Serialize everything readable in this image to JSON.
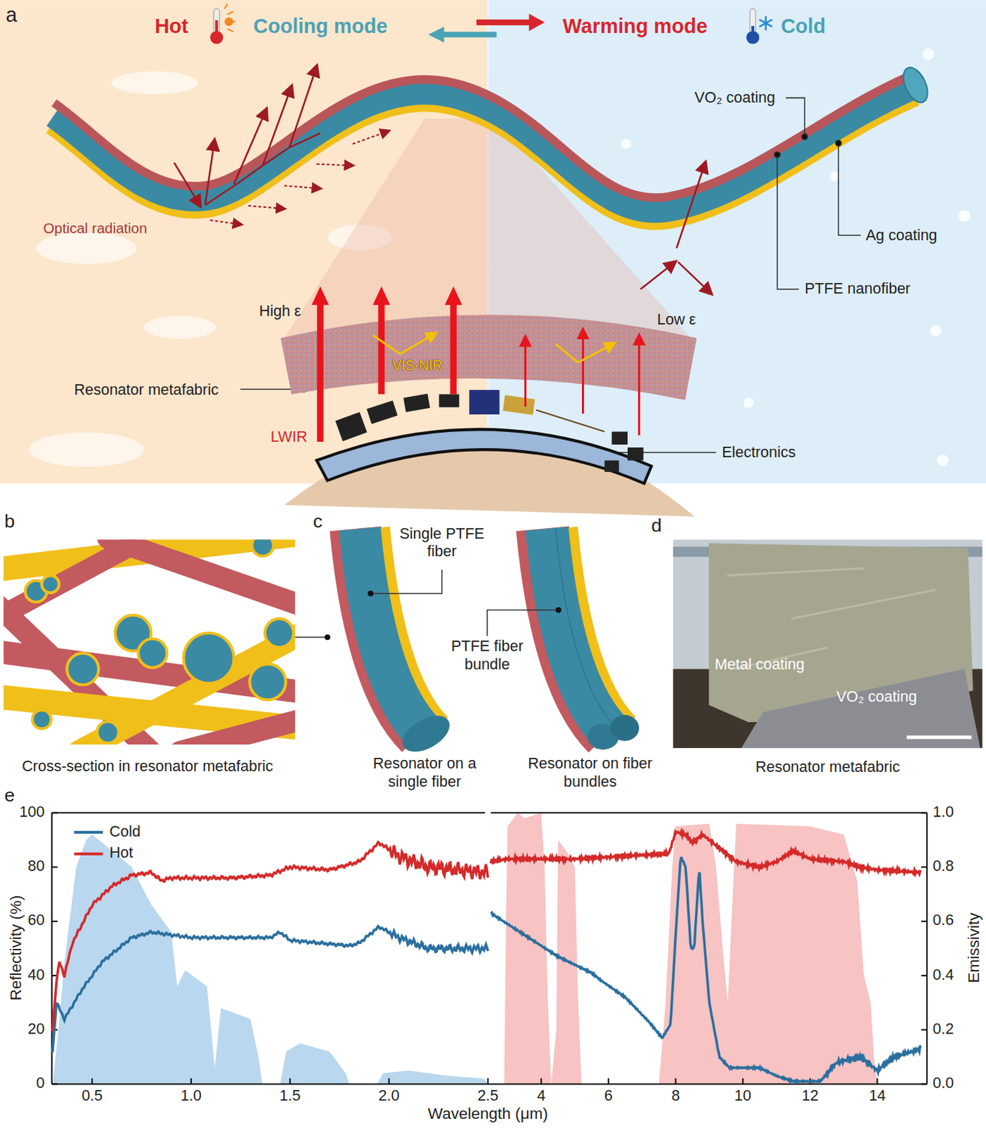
{
  "diagram": {
    "nodes": [
      {
        "text": [
          "Cross-section in resonator metafabric"
        ]
      },
      {
        "text": [
          "Single PTFE fiber",
          "Resonator on a single fiber"
        ]
      },
      {
        "text": [
          "PTFE fiber bundle",
          "Resonator on fiber bundles"
        ]
      },
      {
        "text": [
          "Metal coating",
          "VO₂ coating",
          "Resonator metafabric"
        ]
      }
    ],
    "edges": [
      {
        "from": 0,
        "to": 1,
        "arrow": "none"
      }
    ],
    "labels": [
      "a",
      "Hot",
      "Cooling mode",
      "Warming mode",
      "Cold",
      "VO₂ coating",
      "Optical radiation",
      "Ag coating",
      "PTFE nanofiber",
      "High ε",
      "Low ε",
      "VIS-NIR",
      "Resonator metafabric",
      "LWIR",
      "Electronics",
      "b",
      "c",
      "d",
      "e",
      "100",
      "80",
      "60",
      "40",
      "20",
      "0",
      "0.5",
      "1.0",
      "1.5",
      "2.0",
      "2.5",
      "4",
      "6",
      "8",
      "10",
      "12",
      "14",
      "1.0",
      "0.8",
      "0.6",
      "0.4",
      "0.2",
      "0.0",
      "Reflectivity (%)",
      "Emissivity",
      "Wavelength (μm)"
    ],
    "legend": [
      {
        "text": "Cold"
      },
      {
        "text": "Hot"
      }
    ]
  }
}
